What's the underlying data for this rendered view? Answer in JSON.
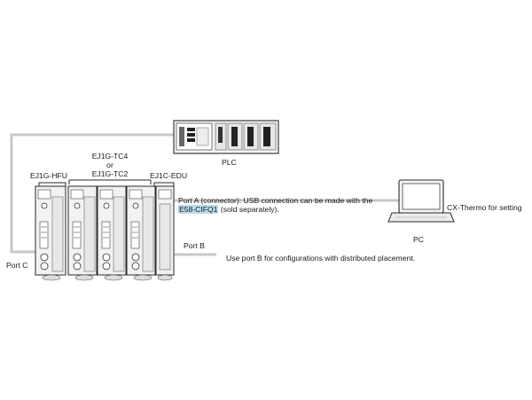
{
  "labels": {
    "plc": "PLC",
    "ej1g_tc4": "EJ1G-TC4",
    "or": "or",
    "ej1g_tc2": "EJ1G-TC2",
    "ej1g_hfu": "EJ1G-HFU",
    "ej1c_edu": "EJ1C-EDU",
    "port_a_line1": "Port A (connector): USB connection can be made with the",
    "port_a_link": "E58-CIFQ1",
    "port_a_suffix": "(sold separately).",
    "port_b": "Port B",
    "port_b_note": "Use port B for configurations with distributed placement.",
    "port_c": "Port C",
    "pc": "PC",
    "cx_thermo": "CX-Thermo for setting"
  },
  "colors": {
    "cable": "#c8c8c8",
    "device_body": "#f2f2f2",
    "device_outline": "#2a2a2a",
    "highlight": "#b9dcee"
  }
}
